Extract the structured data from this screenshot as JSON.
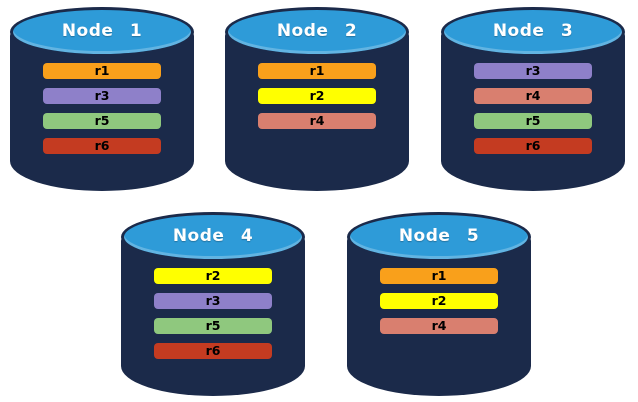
{
  "diagram": {
    "description_palette": {
      "cylinder_body": "#1B2A4A",
      "cylinder_top": "#2E9BD8",
      "title_text": "#FFFFFF",
      "bar_text": "#000000",
      "background": "#FFFFFF"
    },
    "replica_colors": {
      "r1": "#F9A01B",
      "r2": "#FFFF00",
      "r3": "#8E80C9",
      "r4": "#D97F6F",
      "r5": "#8FC87E",
      "r6": "#C43B21"
    },
    "nodes": [
      {
        "label": "Node 1",
        "replicas": [
          {
            "id": "r1",
            "color": "#F9A01B"
          },
          {
            "id": "r3",
            "color": "#8E80C9"
          },
          {
            "id": "r5",
            "color": "#8FC87E"
          },
          {
            "id": "r6",
            "color": "#C43B21"
          }
        ]
      },
      {
        "label": "Node 2",
        "replicas": [
          {
            "id": "r1",
            "color": "#F9A01B"
          },
          {
            "id": "r2",
            "color": "#FFFF00"
          },
          {
            "id": "r4",
            "color": "#D97F6F"
          }
        ]
      },
      {
        "label": "Node 3",
        "replicas": [
          {
            "id": "r3",
            "color": "#8E80C9"
          },
          {
            "id": "r4",
            "color": "#D97F6F"
          },
          {
            "id": "r5",
            "color": "#8FC87E"
          },
          {
            "id": "r6",
            "color": "#C43B21"
          }
        ]
      },
      {
        "label": "Node 4",
        "replicas": [
          {
            "id": "r2",
            "color": "#FFFF00"
          },
          {
            "id": "r3",
            "color": "#8E80C9"
          },
          {
            "id": "r5",
            "color": "#8FC87E"
          },
          {
            "id": "r6",
            "color": "#C43B21"
          }
        ]
      },
      {
        "label": "Node 5",
        "replicas": [
          {
            "id": "r1",
            "color": "#F9A01B"
          },
          {
            "id": "r2",
            "color": "#FFFF00"
          },
          {
            "id": "r4",
            "color": "#D97F6F"
          }
        ]
      }
    ]
  }
}
